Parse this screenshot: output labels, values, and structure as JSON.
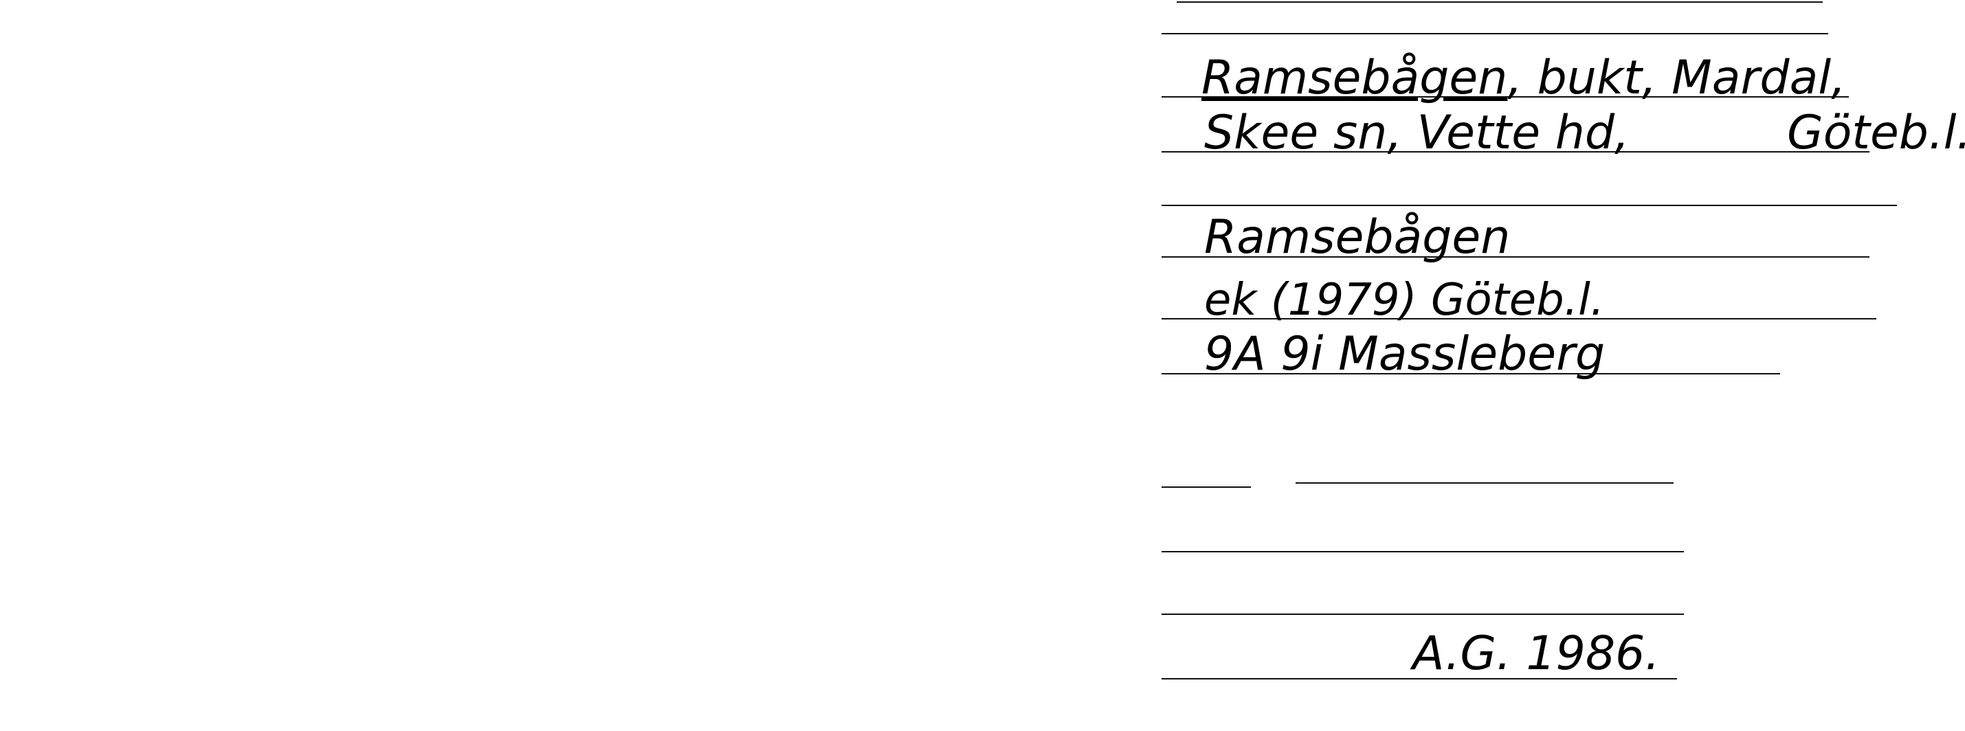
{
  "card": {
    "entry1": {
      "name": "Ramsebågen",
      "line1_rest": ", bukt, Mardal,",
      "line2_left": "Skee sn, Vette hd,",
      "line2_right": "Göteb.l."
    },
    "entry2": {
      "name": "Ramsebågen",
      "line2": "ek (1979) Göteb.l.",
      "line3": "9A  9i  Massleberg"
    },
    "signature": "A.G. 1986."
  }
}
